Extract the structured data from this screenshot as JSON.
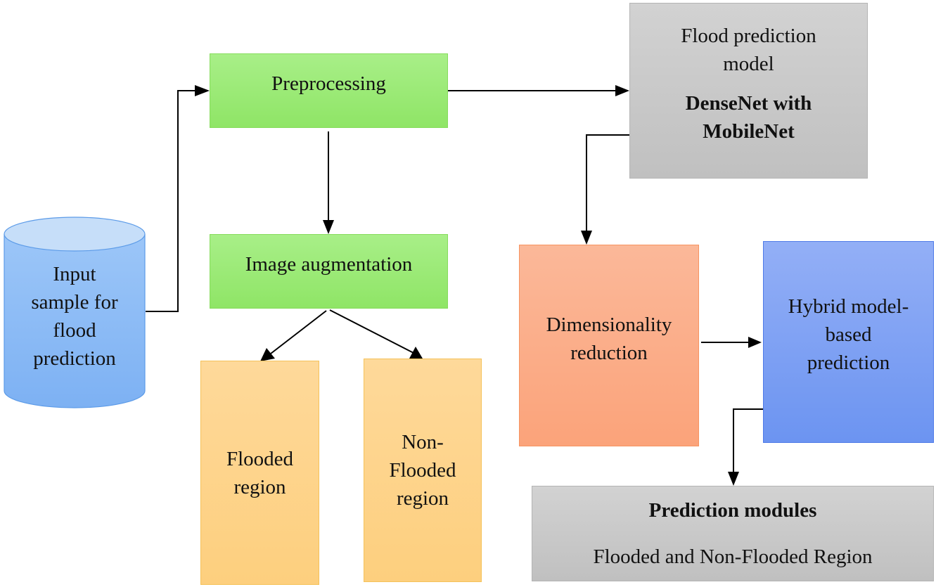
{
  "diagram": {
    "nodes": {
      "input": {
        "lines": [
          "Input",
          "sample for",
          "flood",
          "prediction"
        ],
        "shape": "cylinder",
        "fill": "#8ab8f5"
      },
      "preprocessing": {
        "label": "Preprocessing",
        "fill": "#9aea76"
      },
      "augmentation": {
        "label": "Image augmentation",
        "fill": "#9aea76"
      },
      "flooded": {
        "lines": [
          "Flooded",
          "region"
        ],
        "fill": "#fdd48a"
      },
      "non_flooded": {
        "lines": [
          "Non-",
          "Flooded",
          "region"
        ],
        "fill": "#fdd48a"
      },
      "model": {
        "lines": [
          "Flood prediction",
          "model"
        ],
        "bold_lines": [
          "DenseNet with",
          "MobileNet"
        ],
        "fill": "#c8c8c8"
      },
      "dimensionality": {
        "lines": [
          "Dimensionality",
          "reduction"
        ],
        "fill": "#fbad88"
      },
      "hybrid": {
        "lines": [
          "Hybrid model-",
          "based",
          "prediction"
        ],
        "fill": "#7fa1f3"
      },
      "prediction": {
        "title": "Prediction modules",
        "subtitle": "Flooded and Non-Flooded Region",
        "fill": "#c8c8c8"
      }
    },
    "edges": [
      {
        "from": "input",
        "to": "preprocessing"
      },
      {
        "from": "preprocessing",
        "to": "model"
      },
      {
        "from": "preprocessing",
        "to": "augmentation"
      },
      {
        "from": "augmentation",
        "to": "flooded"
      },
      {
        "from": "augmentation",
        "to": "non_flooded"
      },
      {
        "from": "model",
        "to": "dimensionality"
      },
      {
        "from": "dimensionality",
        "to": "hybrid"
      },
      {
        "from": "hybrid",
        "to": "prediction"
      }
    ]
  }
}
